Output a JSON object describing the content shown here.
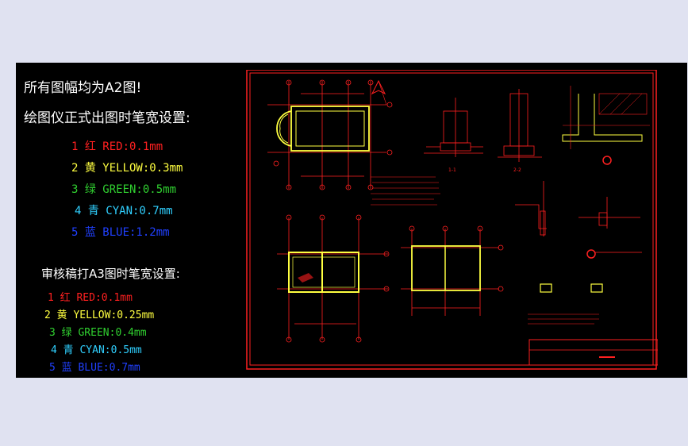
{
  "colors": {
    "background": "#e0e2f1",
    "canvas": "#000000",
    "white": "#ffffff",
    "red": "#ff2020",
    "yellow": "#ffff40",
    "green": "#30d030",
    "cyan": "#30d0ff",
    "blue": "#2040ff"
  },
  "notes": {
    "line1": "所有图幅均为A2图!",
    "line2": "绘图仪正式出图时笔宽设置:",
    "a2_pens": [
      {
        "label": "1 红 RED:0.1mm",
        "color": "red"
      },
      {
        "label": "2 黄 YELLOW:0.3mm",
        "color": "yellow"
      },
      {
        "label": "3 绿 GREEN:0.5mm",
        "color": "green"
      },
      {
        "label": "4 青 CYAN:0.7mm",
        "color": "cyan"
      },
      {
        "label": "5 蓝 BLUE:1.2mm",
        "color": "blue"
      }
    ],
    "line3": "审核稿打A3图时笔宽设置:",
    "a3_pens": [
      {
        "label": "1 红 RED:0.1mm",
        "color": "red"
      },
      {
        "label": "2 黄 YELLOW:0.25mm",
        "color": "yellow"
      },
      {
        "label": "3 绿 GREEN:0.4mm",
        "color": "green"
      },
      {
        "label": "4 青 CYAN:0.5mm",
        "color": "cyan"
      },
      {
        "label": "5 蓝 BLUE:0.7mm",
        "color": "blue"
      }
    ]
  },
  "drawing": {
    "view_labels": [
      "1-1",
      "2-2"
    ]
  }
}
